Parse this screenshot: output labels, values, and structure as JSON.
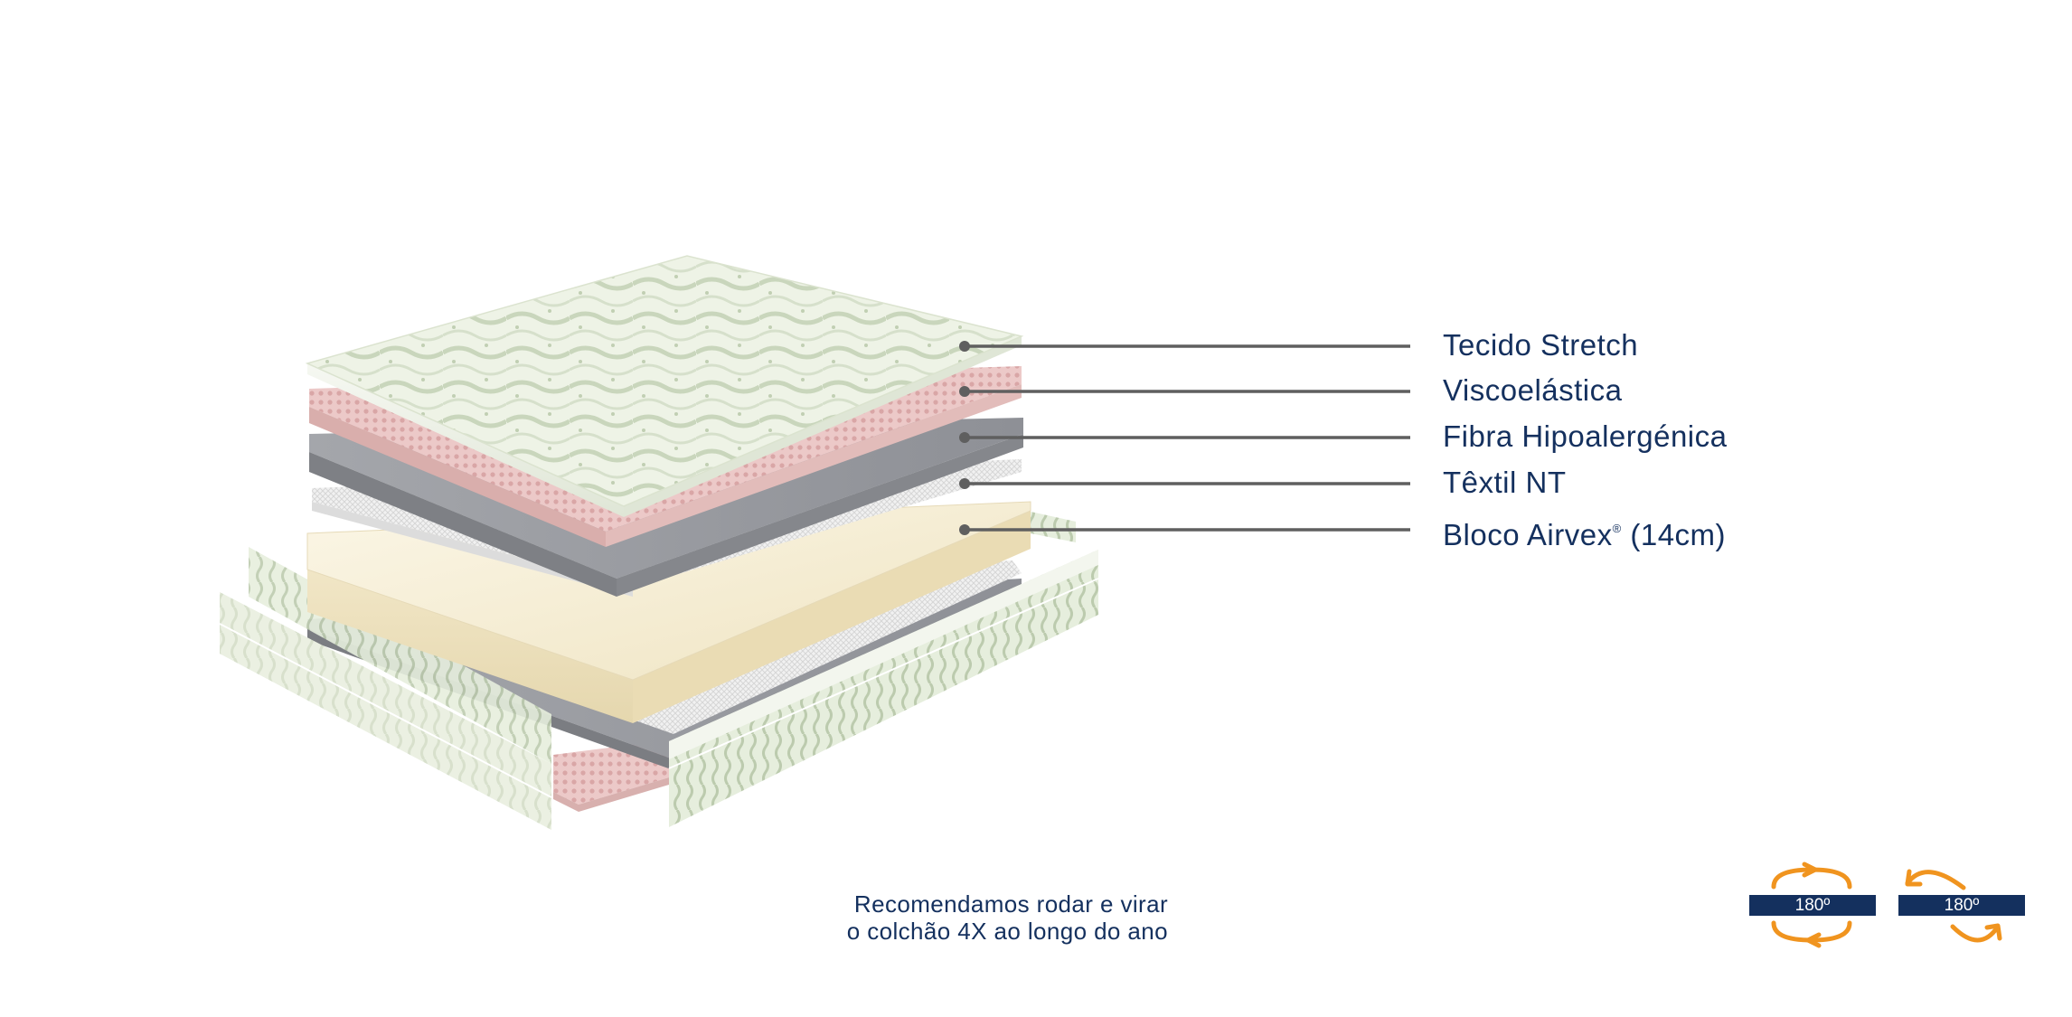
{
  "layers": [
    {
      "id": "tecido",
      "name": "Tecido Stretch"
    },
    {
      "id": "visco",
      "name": "Viscoelástica"
    },
    {
      "id": "fibra",
      "name": "Fibra Hipoalergénica"
    },
    {
      "id": "textil",
      "name": "Têxtil NT"
    },
    {
      "id": "bloco",
      "name": "Bloco Airvex",
      "mark": "®",
      "suffix": " (14cm)"
    }
  ],
  "recommendation": {
    "line1": "Recomendamos rodar e virar",
    "line2": "o colchão 4X ao longo do ano"
  },
  "badges": {
    "rotate": "180º",
    "flip": "180º"
  },
  "colors": {
    "navy": "#14305e",
    "orange": "#f0941f",
    "leader": "#5f5f5f"
  },
  "icons": [
    "rotate-arrows-icon",
    "flip-arrows-icon"
  ]
}
